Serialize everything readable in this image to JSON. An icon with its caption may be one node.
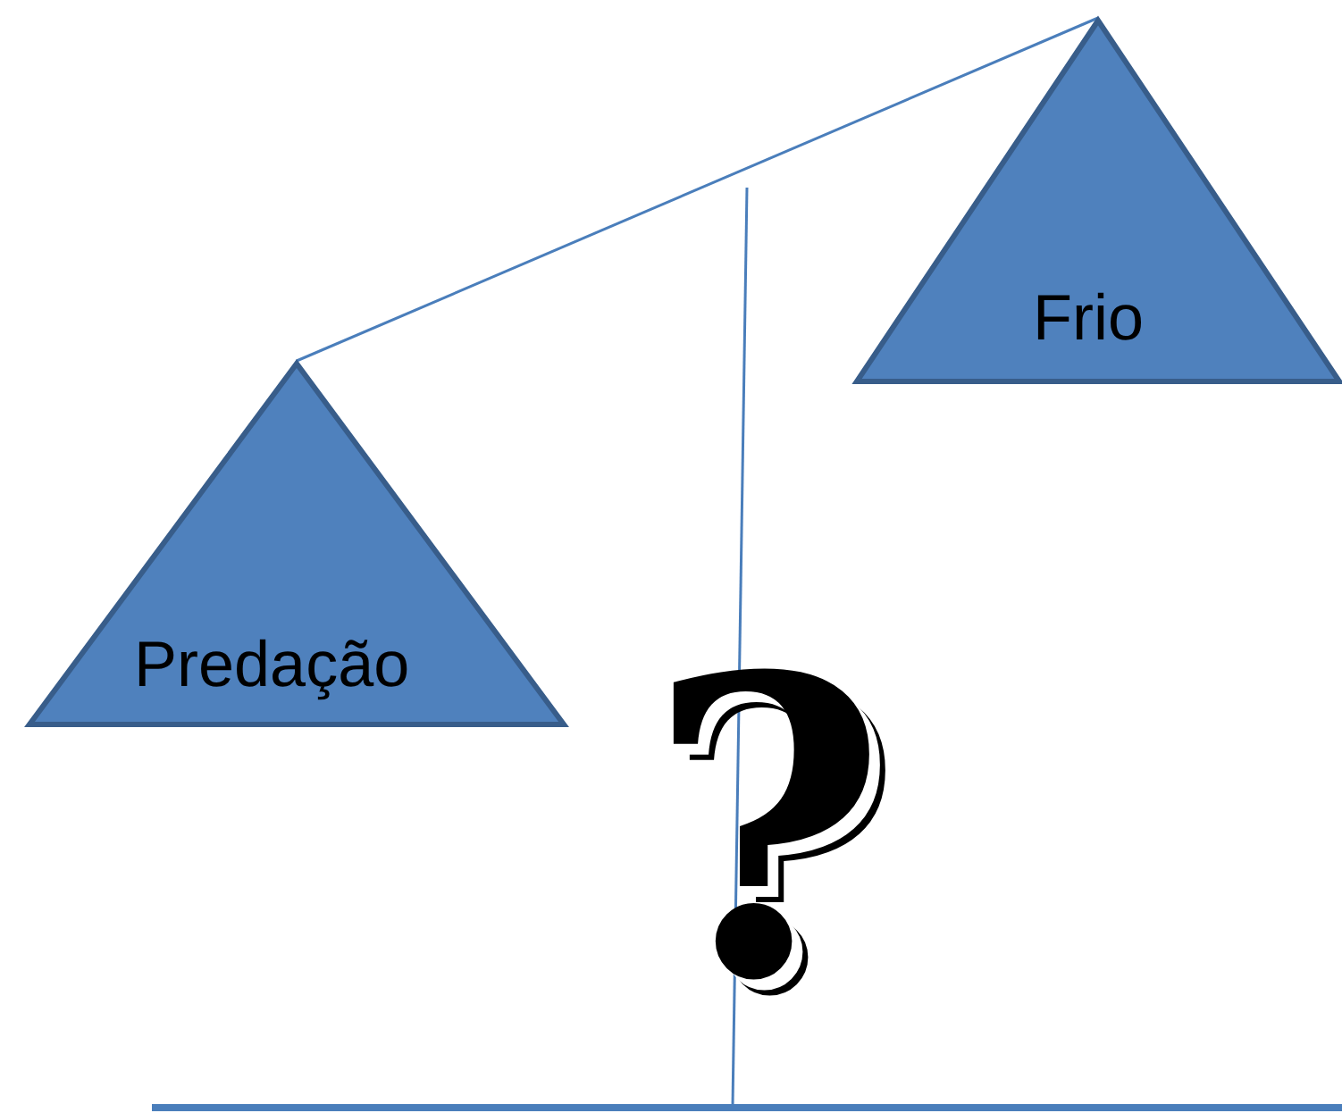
{
  "diagram": {
    "nodes": [
      {
        "text": [
          "Predação"
        ]
      },
      {
        "text": [
          "Frio"
        ]
      }
    ],
    "edges": [
      {
        "from": 0,
        "to": 1,
        "arrow": "none"
      }
    ],
    "labels": [
      "?"
    ]
  }
}
